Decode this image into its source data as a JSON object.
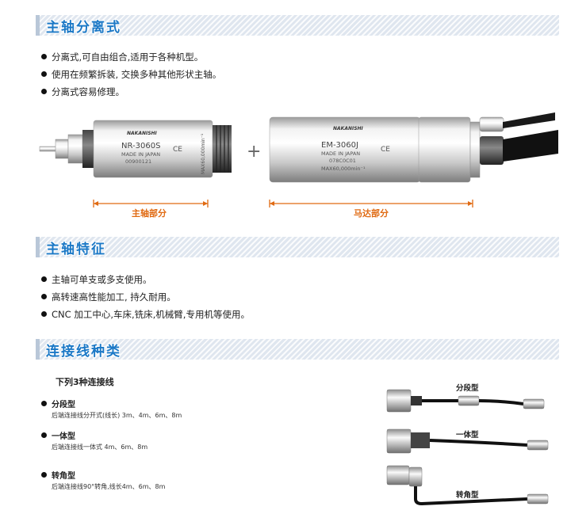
{
  "sections": [
    {
      "title": "主轴分离式"
    },
    {
      "title": "主轴特征"
    },
    {
      "title": "连接线种类"
    }
  ],
  "separate": {
    "bullets": [
      "分离式,可自由组合,适用于各种机型。",
      "使用在频繁拆装, 交换多种其他形状主轴。",
      "分离式容易修理。"
    ],
    "spindle": {
      "brand": "NAKANISHI",
      "model": "NR-3060S",
      "made_in": "MADE IN JAPAN",
      "serial": "00900121",
      "max_speed": "MAX60,000min⁻¹",
      "ce": "CE",
      "part_label": "主轴部分"
    },
    "motor": {
      "brand": "NAKANISHI",
      "model": "EM-3060J",
      "made_in": "MADE IN JAPAN",
      "serial": "078C0C01",
      "max_speed": "MAX60,000min⁻¹",
      "ce": "CE",
      "part_label": "马达部分"
    },
    "plus": "+"
  },
  "features": {
    "bullets": [
      "主轴可单支或多支使用。",
      "高转速高性能加工, 持久耐用。",
      "CNC 加工中心,车床,铣床,机械臂,专用机等使用。"
    ]
  },
  "cables": {
    "subtitle": "下列3种连接线",
    "items": [
      {
        "name": "分段型",
        "desc": "后端连接线分开式(线长) 3m、4m、6m、8m",
        "image_label": "分段型"
      },
      {
        "name": "一体型",
        "desc": "后端连接线一体式 4m、6m、8m",
        "image_label": "一体型"
      },
      {
        "name": "转角型",
        "desc": "后端连接线90°转角,线长4m、6m、8m",
        "image_label": "转角型"
      }
    ]
  },
  "colors": {
    "title_blue": "#1b78c6",
    "dimension_orange": "#e06a12"
  }
}
